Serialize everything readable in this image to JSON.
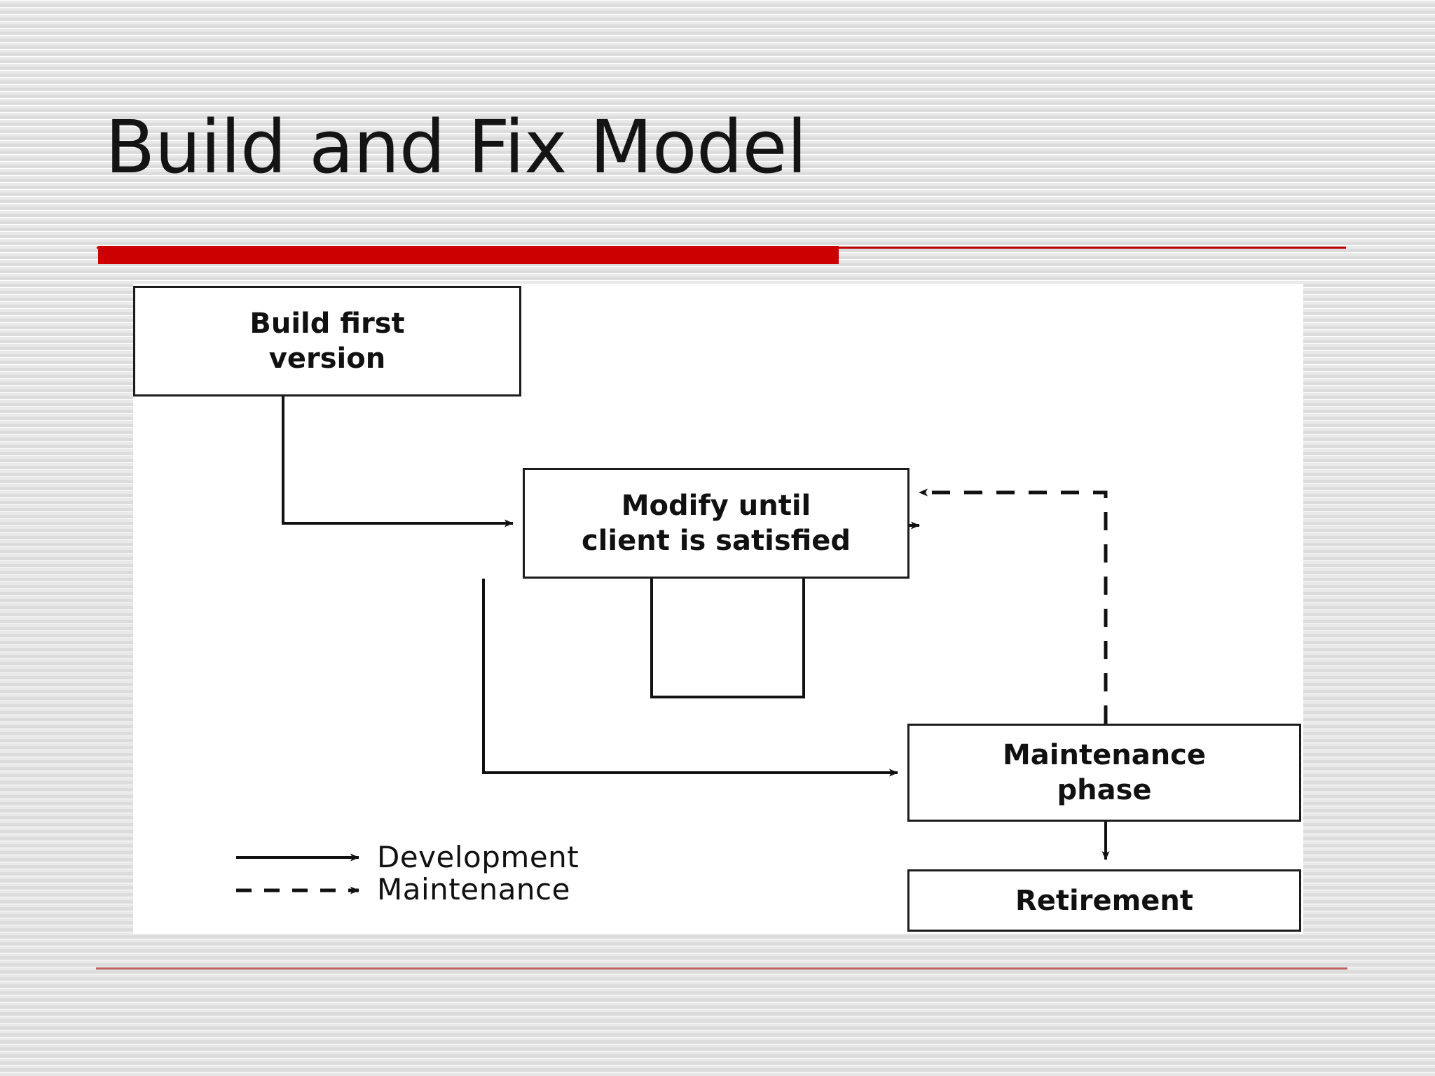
{
  "slide": {
    "title": "Build and Fix Model",
    "accent_color": "#cc0000",
    "accent_color_light": "#bb5f5f"
  },
  "diagram": {
    "type": "flowchart",
    "nodes": [
      {
        "id": "build",
        "label": "Build first\nversion"
      },
      {
        "id": "modify",
        "label": "Modify until\nclient is satisfied"
      },
      {
        "id": "maintenance",
        "label": "Maintenance\nphase"
      },
      {
        "id": "retirement",
        "label": "Retirement"
      }
    ],
    "node_labels": {
      "build_line1": "Build first",
      "build_line2": "version",
      "modify_line1": "Modify until",
      "modify_line2": "client is satisfied",
      "maintenance_line1": "Maintenance",
      "maintenance_line2": "phase",
      "retirement": "Retirement"
    },
    "edges": [
      {
        "from": "build",
        "to": "modify",
        "style": "solid",
        "kind": "development"
      },
      {
        "from": "modify",
        "to": "modify",
        "style": "solid",
        "kind": "development"
      },
      {
        "from": "modify",
        "to": "maintenance",
        "style": "solid",
        "kind": "development"
      },
      {
        "from": "maintenance",
        "to": "modify",
        "style": "dashed",
        "kind": "maintenance"
      },
      {
        "from": "maintenance",
        "to": "retirement",
        "style": "solid",
        "kind": "development"
      }
    ],
    "legend": {
      "development": "Development",
      "maintenance": "Maintenance"
    }
  }
}
